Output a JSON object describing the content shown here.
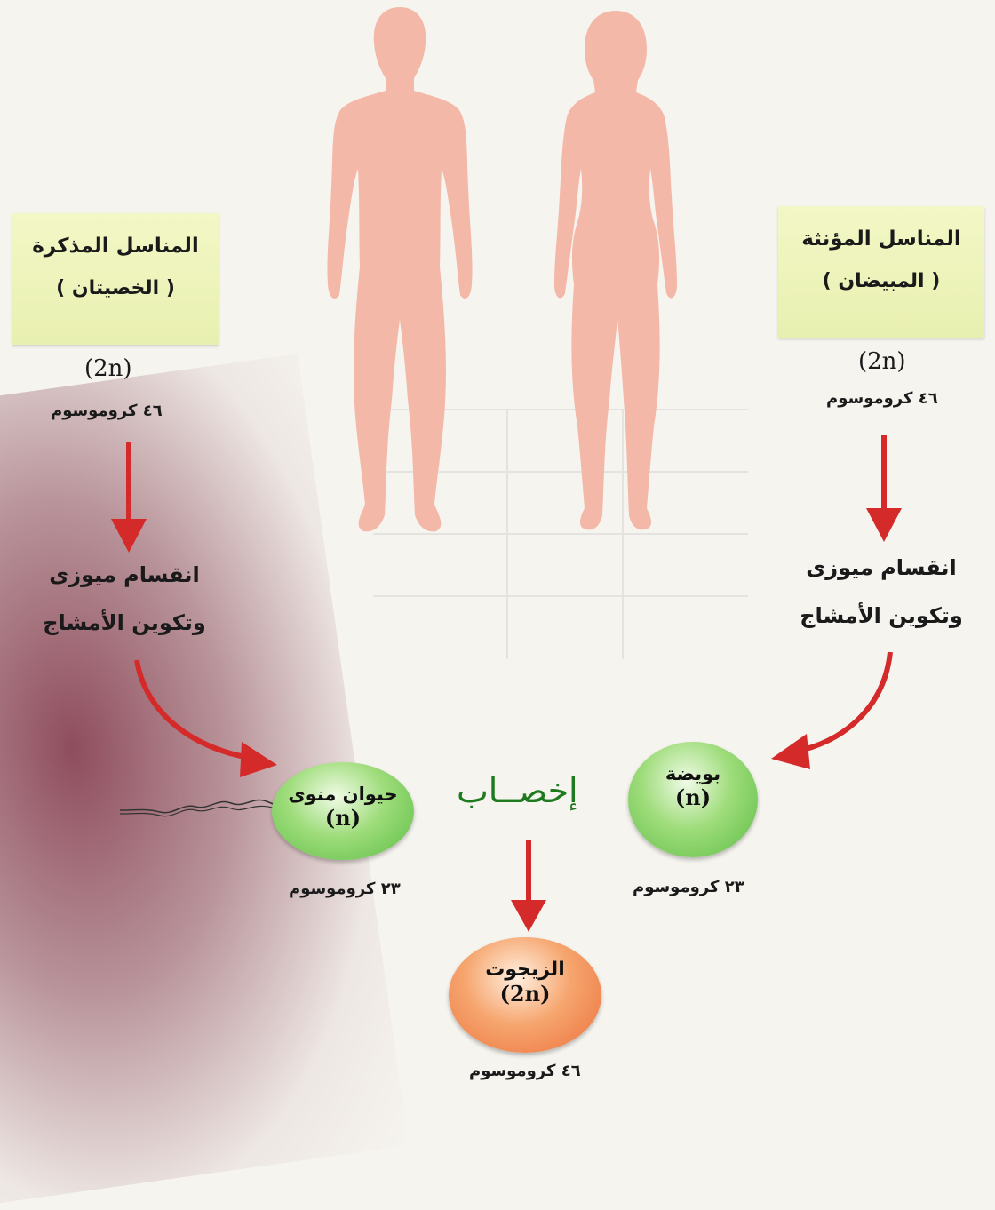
{
  "male": {
    "title": "المناسل المذكرة",
    "subtitle": "( الخصيتان )",
    "ploidy": "(2n)",
    "chromosomes": "٤٦ كروموسوم",
    "step_line1": "انقسام ميوزى",
    "step_line2": "وتكوين الأمشاج"
  },
  "female": {
    "title": "المناسل المؤنثة",
    "subtitle": "( المبيضان )",
    "ploidy": "(2n)",
    "chromosomes": "٤٦ كروموسوم",
    "step_line1": "انقسام ميوزى",
    "step_line2": "وتكوين الأمشاج"
  },
  "sperm": {
    "name": "حيوان منوى",
    "ploidy": "(n)",
    "chromosomes": "٢٣ كروموسوم"
  },
  "egg": {
    "name": "بويضة",
    "ploidy": "(n)",
    "chromosomes": "٢٣ كروموسوم"
  },
  "fertilization": "إخصــاب",
  "zygote": {
    "name": "الزيجوت",
    "ploidy": "(2n)",
    "chromosomes": "٤٦ كروموسوم"
  },
  "icons": {
    "male_figure": "male-body-silhouette-icon",
    "female_figure": "female-body-silhouette-icon",
    "arrow": "red-arrow-icon",
    "sperm_tail": "sperm-tail-icon"
  },
  "colors": {
    "silhouette": "#f4b8a8",
    "label_box": "#eef4bd",
    "arrow": "#d42a2a",
    "gamete_cell": "#7fcd5c",
    "zygote_cell": "#f08a52",
    "fertilization_text": "#1e7a1e"
  }
}
